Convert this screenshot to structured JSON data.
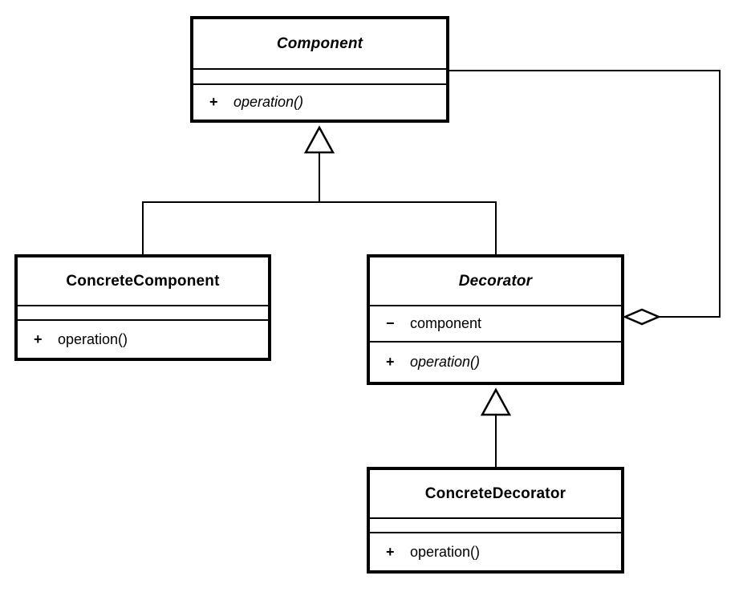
{
  "colors": {
    "stroke": "#000000",
    "background": "#ffffff"
  },
  "classes": {
    "component": {
      "name": "Component",
      "abstract": true,
      "attributes": [],
      "methods": [
        {
          "visibility": "+",
          "signature": "operation()",
          "abstract": true
        }
      ]
    },
    "concreteComponent": {
      "name": "ConcreteComponent",
      "abstract": false,
      "attributes": [],
      "methods": [
        {
          "visibility": "+",
          "signature": "operation()",
          "abstract": false
        }
      ]
    },
    "decorator": {
      "name": "Decorator",
      "abstract": true,
      "attributes": [
        {
          "visibility": "−",
          "name": "component"
        }
      ],
      "methods": [
        {
          "visibility": "+",
          "signature": "operation()",
          "abstract": true
        }
      ]
    },
    "concreteDecorator": {
      "name": "ConcreteDecorator",
      "abstract": false,
      "attributes": [],
      "methods": [
        {
          "visibility": "+",
          "signature": "operation()",
          "abstract": false
        }
      ]
    }
  },
  "relationships": [
    {
      "type": "generalization",
      "from": "ConcreteComponent",
      "to": "Component"
    },
    {
      "type": "generalization",
      "from": "Decorator",
      "to": "Component"
    },
    {
      "type": "generalization",
      "from": "ConcreteDecorator",
      "to": "Decorator"
    },
    {
      "type": "aggregation",
      "owner": "Decorator",
      "part": "Component"
    }
  ]
}
